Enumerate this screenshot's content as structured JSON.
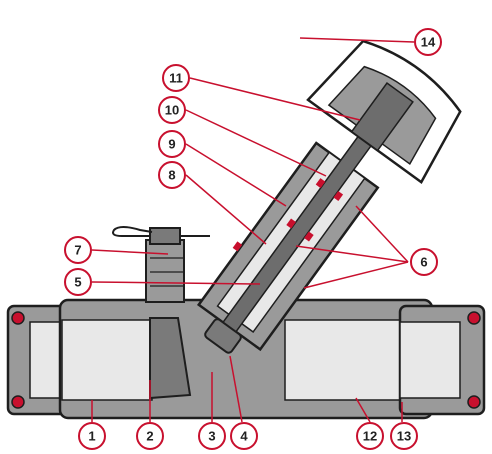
{
  "colors": {
    "accent": "#c8102e",
    "body_fill": "#9a9a9a",
    "body_dark": "#6d6d6d",
    "outline": "#1e1e1e",
    "seal": "#c8102e",
    "inner_light": "#e8e8e8"
  },
  "callouts": [
    {
      "id": "1",
      "label": "1"
    },
    {
      "id": "2",
      "label": "2"
    },
    {
      "id": "3",
      "label": "3"
    },
    {
      "id": "4",
      "label": "4"
    },
    {
      "id": "5",
      "label": "5"
    },
    {
      "id": "6",
      "label": "6"
    },
    {
      "id": "7",
      "label": "7"
    },
    {
      "id": "8",
      "label": "8"
    },
    {
      "id": "9",
      "label": "9"
    },
    {
      "id": "10",
      "label": "10"
    },
    {
      "id": "11",
      "label": "11"
    },
    {
      "id": "12",
      "label": "12"
    },
    {
      "id": "13",
      "label": "13"
    },
    {
      "id": "14",
      "label": "14"
    }
  ]
}
